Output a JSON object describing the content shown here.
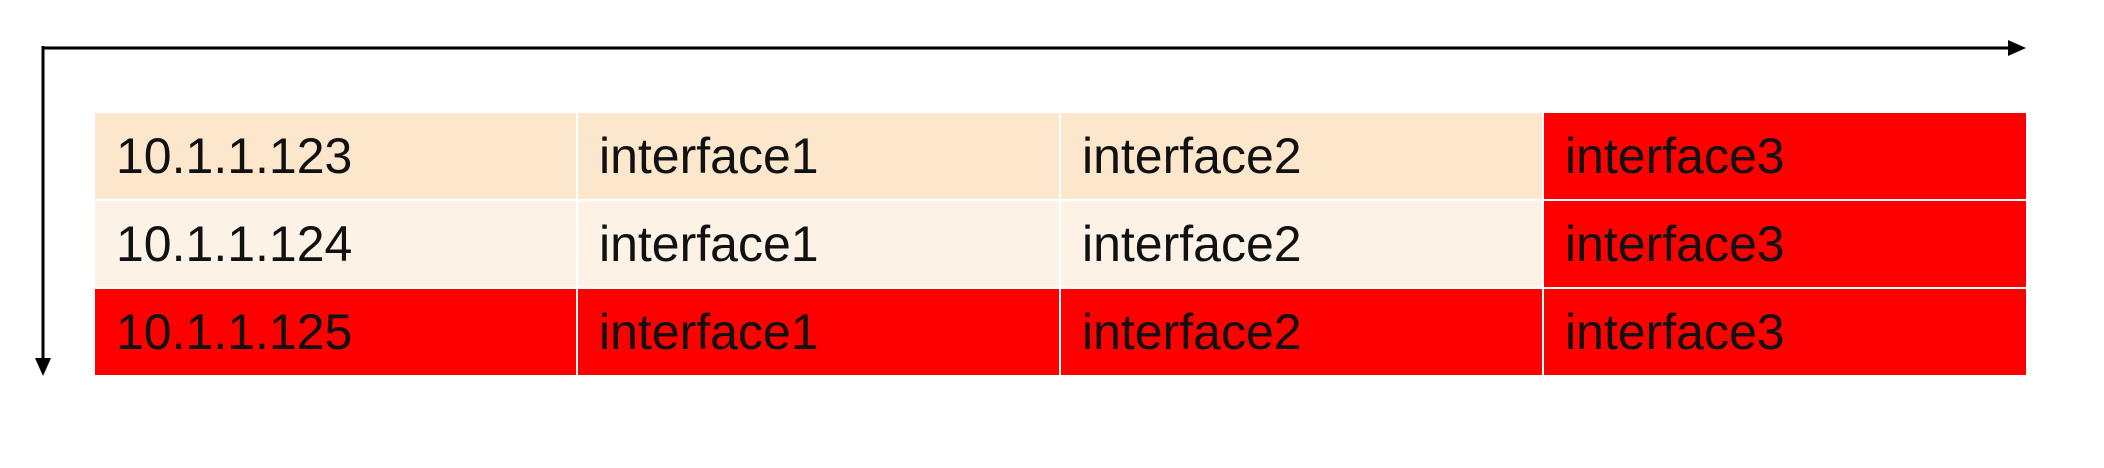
{
  "colors": {
    "row_primary": "#fde7cc",
    "row_secondary": "#fdf2e6",
    "highlight": "#ff0000",
    "arrow": "#000000"
  },
  "rows": [
    {
      "cells": [
        "10.1.1.123",
        "interface1",
        "interface2",
        "interface3"
      ],
      "highlighted": [
        false,
        false,
        false,
        true
      ]
    },
    {
      "cells": [
        "10.1.1.124",
        "interface1",
        "interface2",
        "interface3"
      ],
      "highlighted": [
        false,
        false,
        false,
        true
      ]
    },
    {
      "cells": [
        "10.1.1.125",
        "interface1",
        "interface2",
        "interface3"
      ],
      "highlighted": [
        true,
        true,
        true,
        true
      ]
    }
  ]
}
